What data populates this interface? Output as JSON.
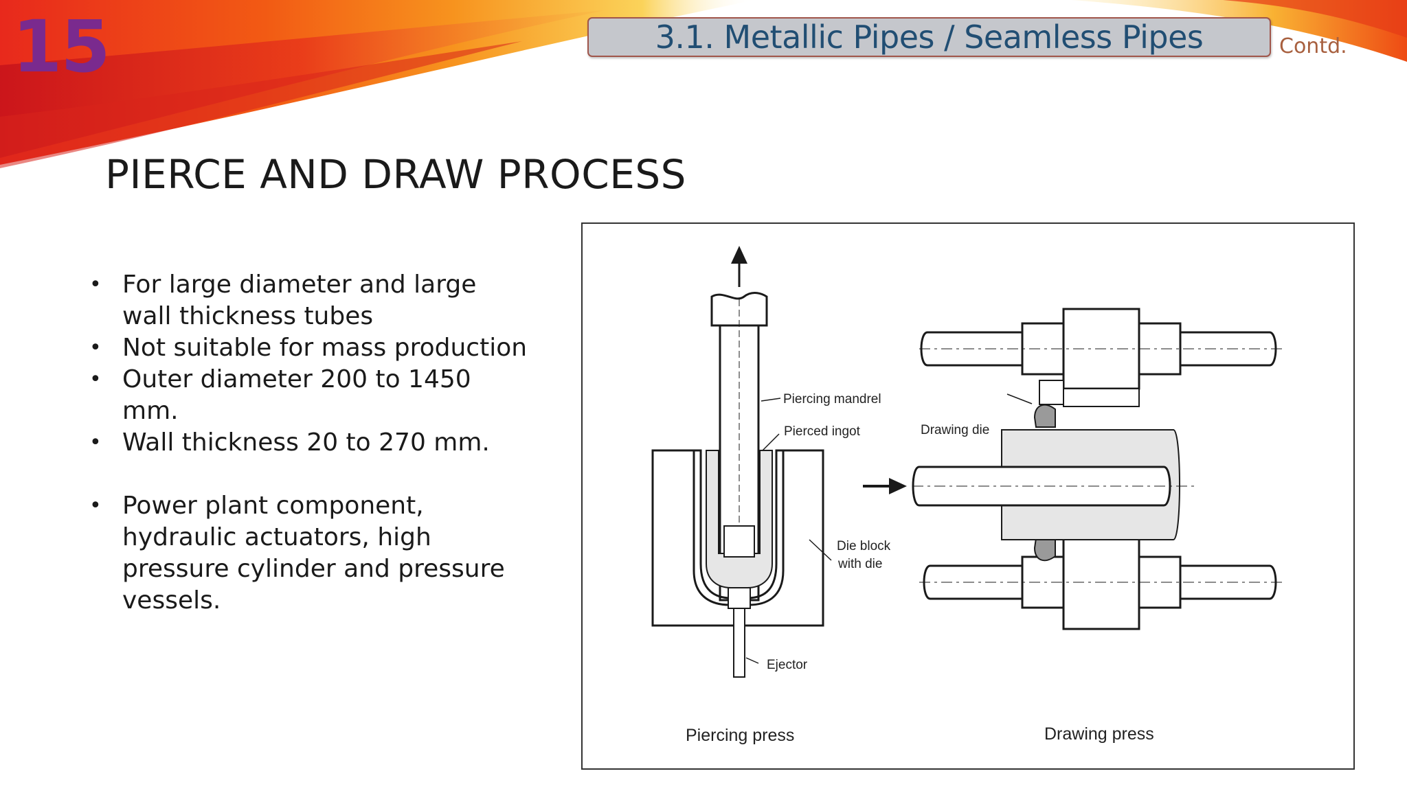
{
  "slide": {
    "number": "15",
    "header_title": "3.1. Metallic Pipes / Seamless Pipes",
    "contd_label": "Contd.",
    "heading": "PIERCE AND DRAW PROCESS"
  },
  "bullets": [
    "For large diameter and large wall thickness tubes",
    "Not suitable for mass production",
    "Outer diameter 200 to 1450 mm.",
    "Wall thickness 20 to 270 mm.",
    "Power plant  component, hydraulic actuators, high pressure cylinder and pressure vessels."
  ],
  "figure": {
    "labels": {
      "piercing_mandrel": "Piercing mandrel",
      "pierced_ingot": "Pierced ingot",
      "die_block_line1": "Die block",
      "die_block_line2": "with die",
      "ejector": "Ejector",
      "drawing_die": "Drawing die"
    },
    "captions": {
      "piercing_press": "Piercing press",
      "drawing_press": "Drawing press"
    }
  },
  "colors": {
    "slide_number": "#7a2a8e",
    "title_text": "#214e73",
    "title_box": "#c5c7cc",
    "contd": "#a8603f"
  }
}
